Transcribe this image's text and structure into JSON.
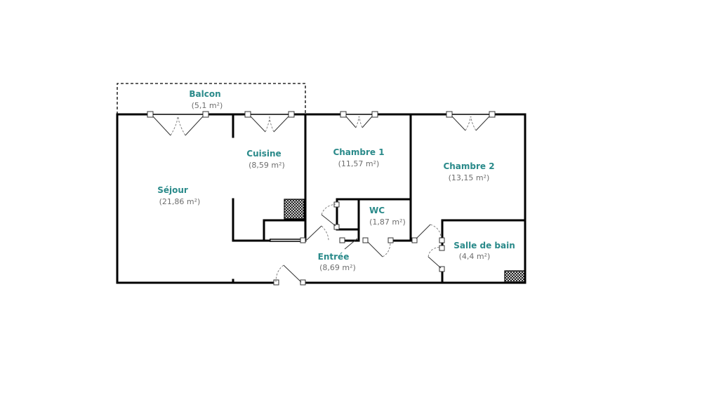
{
  "rooms": {
    "balcon": {
      "name": "Balcon",
      "area": "(5,1 m²)"
    },
    "cuisine": {
      "name": "Cuisine",
      "area": "(8,59 m²)"
    },
    "chambre1": {
      "name": "Chambre 1",
      "area": "(11,57 m²)"
    },
    "chambre2": {
      "name": "Chambre 2",
      "area": "(13,15 m²)"
    },
    "sejour": {
      "name": "Séjour",
      "area": "(21,86 m²)"
    },
    "wc": {
      "name": "WC",
      "area": "(1,87 m²)"
    },
    "entree": {
      "name": "Entrée",
      "area": "(8,69 m²)"
    },
    "sdb": {
      "name": "Salle de bain",
      "area": "(4,4 m²)"
    }
  },
  "colors": {
    "label": "#2a8a8a",
    "area": "#6e6e6e",
    "wall": "#000000"
  }
}
